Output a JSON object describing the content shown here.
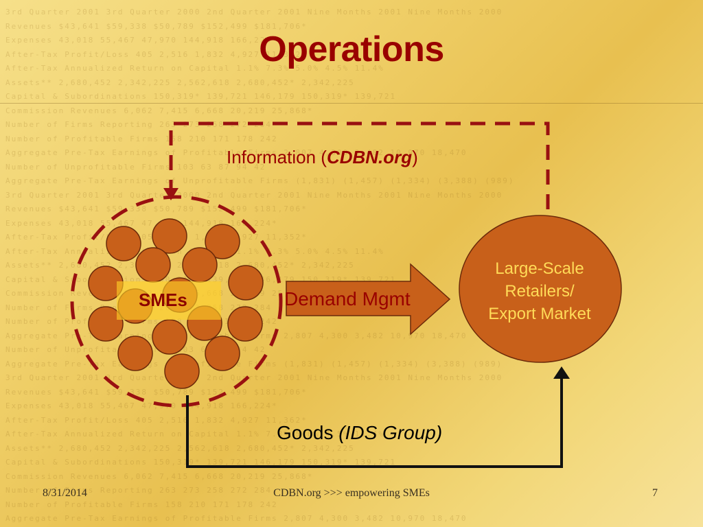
{
  "slide": {
    "title": "Operations",
    "background_text": [
      "3rd Quarter 2001 3rd Quarter 2000 2nd Quarter 2001 Nine Months 2001 Nine Months 2000",
      "Revenues $43,641 $59,338 $50,789 $152,499 $181,706*",
      "Expenses 43,018 55,467 47,970 144,918 166,224*",
      "After-Tax Profit/Loss 405 2,516 1,832 4,927 11,352*",
      "After-Tax Annualized Return on Capital 1.1% 7.3% 5.0% 4.5% 11.4%",
      "Assets** 2,680,452 2,342,225 2,562,618 2,680,452* 2,342,225",
      "Capital & Subordinations 150,319* 139,721 146,179 150,319* 139,721",
      "Commission Revenues 6,062 7,415 6,668 20,219 25,868*",
      "Number of Firms Reporting 263 273 258 272 284",
      "Number of Profitable Firms 158 210 171 178 242",
      "Aggregate Pre-Tax Earnings of Profitable Firms 2,807 4,300 3,482 10,970 18,470",
      "Number of Unprofitable Firms 103 63 87 94 42",
      "Aggregate Pre-Tax Earnings of Unprofitable Firms (1,831) (1,457) (1,334) (3,388) (989)",
      "3rd Quarter 2001 3rd Quarter 2000 2nd Quarter 2001 Nine Months 2001 Nine Months 2000",
      "Revenues $43,641 $59,338 $50,789 $152,499 $181,706*",
      "Expenses 43,018 55,467 47,970 144,918 166,224*",
      "After-Tax Profit/Loss 405 2,516 1,832 4,927 11,352*",
      "After-Tax Annualized Return on Capital 1.1% 7.3% 5.0% 4.5% 11.4%",
      "Assets** 2,680,452 2,342,225 2,562,618 2,680,452* 2,342,225",
      "Capital & Subordinations 150,319* 139,721 146,179 150,319* 139,721",
      "Commission Revenues 6,062 7,415 6,668 20,219 25,868*",
      "Number of Firms Reporting 263 273 258 272 284",
      "Number of Profitable Firms 158 210 171 178 242",
      "Aggregate Pre-Tax Earnings of Profitable Firms 2,807 4,300 3,482 10,970 18,470",
      "Number of Unprofitable Firms 103 63 87 94 42",
      "Aggregate Pre-Tax Earnings of Profitable Firms (1,831) (1,457) (1,334) (3,388) (989)",
      "3rd Quarter 2001 3rd Quarter 2000 2nd Quarter 2001 Nine Months 2001 Nine Months 2000",
      "Revenues $43,641 $59,338 $50,789 $152,499 $181,706*",
      "Expenses 43,018 55,467 47,970 144,918 166,224*",
      "After-Tax Profit/Loss 405 2,516 1,832 4,927 11,362*",
      "After-Tax Annualized Return on Capital 1.1% 7.3% 5.0% 4.5% 11.4%",
      "Assets** 2,680,452 2,342,225 2,562,618 2,680,452* 2,342,225",
      "Capital & Subordinations 150,319* 139,721 146,179 150,319* 139,721",
      "Commission Revenues 6,062 7,415 6,668 20,219 25,868*",
      "Number of Firms Reporting 263 273 258 272 284",
      "Number of Profitable Firms 158 210 171 178 242",
      "Aggregate Pre-Tax Earnings of Profitable Firms 2,807 4,300 3,482 10,970 18,470"
    ]
  },
  "diagram": {
    "information": {
      "prefix": "Information (",
      "emphasis": "CDBN.org",
      "suffix": ")"
    },
    "smes_label": "SMEs",
    "demand_label": "Demand Mgmt",
    "retailers_lines": [
      "Large-Scale",
      "Retailers/",
      "Export Market"
    ],
    "goods": {
      "prefix": "Goods ",
      "emphasis": "(IDS Group)"
    }
  },
  "footer": {
    "date": "8/31/2014",
    "center": "CDBN.org >>> empowering SMEs",
    "page": "7"
  },
  "colors": {
    "title": "#990000",
    "node_fill": "#c8601a",
    "dashed_line": "#991111",
    "retailer_text": "#ffdb58"
  }
}
